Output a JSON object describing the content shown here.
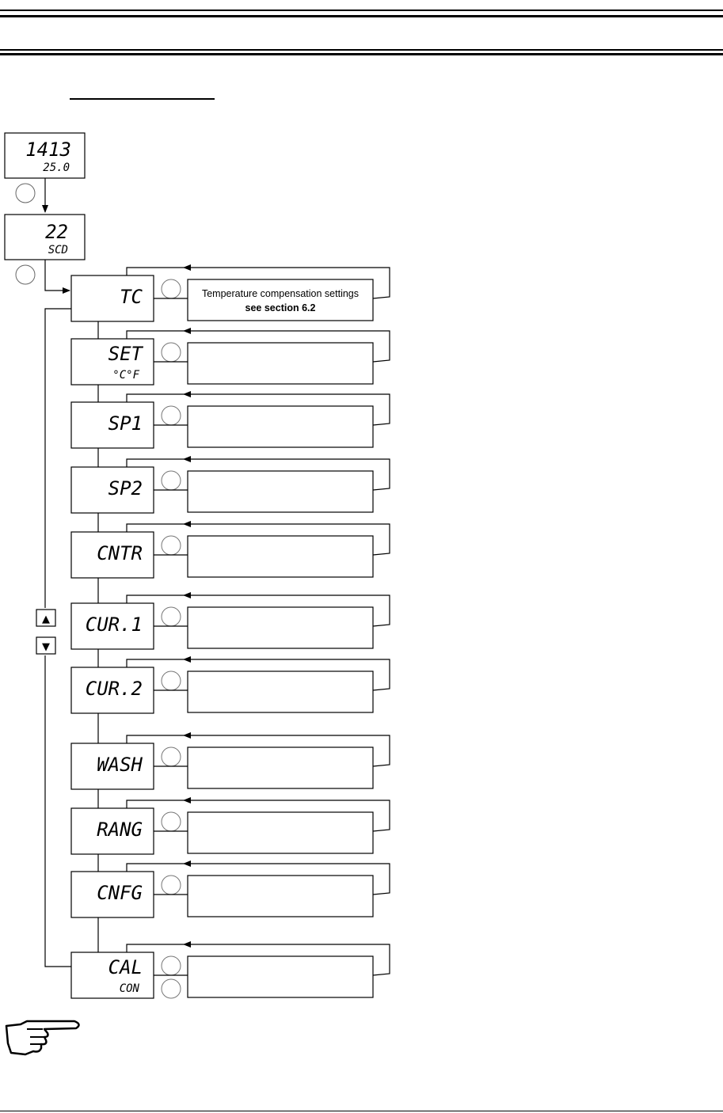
{
  "header": {
    "title": "",
    "section_heading": ""
  },
  "start_display": {
    "line1": "1413",
    "line2": "25.0"
  },
  "code_display": {
    "line1": "22",
    "line2": "SCD"
  },
  "menu_items": [
    {
      "display": "TC",
      "sub": "",
      "desc_line1": "Temperature compensation settings",
      "desc_line2": "see section 6.2"
    },
    {
      "display": "SET",
      "sub": "°C°F",
      "desc_line1": "",
      "desc_line2": ""
    },
    {
      "display": "SP1",
      "sub": "",
      "desc_line1": "",
      "desc_line2": ""
    },
    {
      "display": "SP2",
      "sub": "",
      "desc_line1": "",
      "desc_line2": ""
    },
    {
      "display": "CNTR",
      "sub": "",
      "desc_line1": "",
      "desc_line2": ""
    },
    {
      "display": "CUR.1",
      "sub": "",
      "desc_line1": "",
      "desc_line2": ""
    },
    {
      "display": "CUR.2",
      "sub": "",
      "desc_line1": "",
      "desc_line2": ""
    },
    {
      "display": "WASH",
      "sub": "",
      "desc_line1": "",
      "desc_line2": ""
    },
    {
      "display": "RANG",
      "sub": "",
      "desc_line1": "",
      "desc_line2": ""
    },
    {
      "display": "CNFG",
      "sub": "",
      "desc_line1": "",
      "desc_line2": ""
    },
    {
      "display": "CAL",
      "sub": "CON",
      "desc_line1": "",
      "desc_line2": ""
    }
  ],
  "nav_keys": {
    "up": "▲",
    "down": "▼"
  },
  "icons": {
    "note": "pointing-hand-icon"
  }
}
